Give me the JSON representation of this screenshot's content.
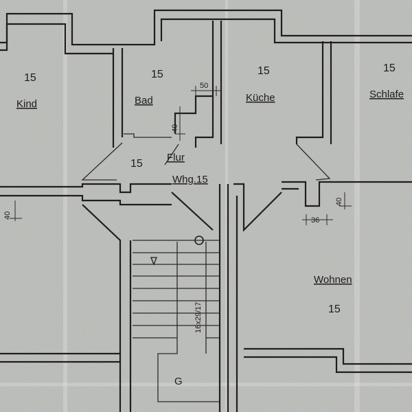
{
  "rooms": {
    "kind": {
      "name": "Kind",
      "area": "15"
    },
    "bad": {
      "name": "Bad",
      "area": "15"
    },
    "kueche": {
      "name": "Küche",
      "area": "15"
    },
    "schlafen": {
      "name": "Schlafe",
      "area": "15"
    },
    "flur": {
      "name": "Flur",
      "area": "15"
    },
    "wohnen": {
      "name": "Wohnen",
      "area": "15"
    },
    "stair": {
      "name": "G"
    }
  },
  "apartment_label": "Whg.15",
  "dimensions": {
    "bad_niche_width": "50",
    "bad_niche_depth": "40",
    "left_wall": "40",
    "right_niche_depth": "40",
    "right_niche_width": "36",
    "stair_spec": "16x29/17"
  }
}
